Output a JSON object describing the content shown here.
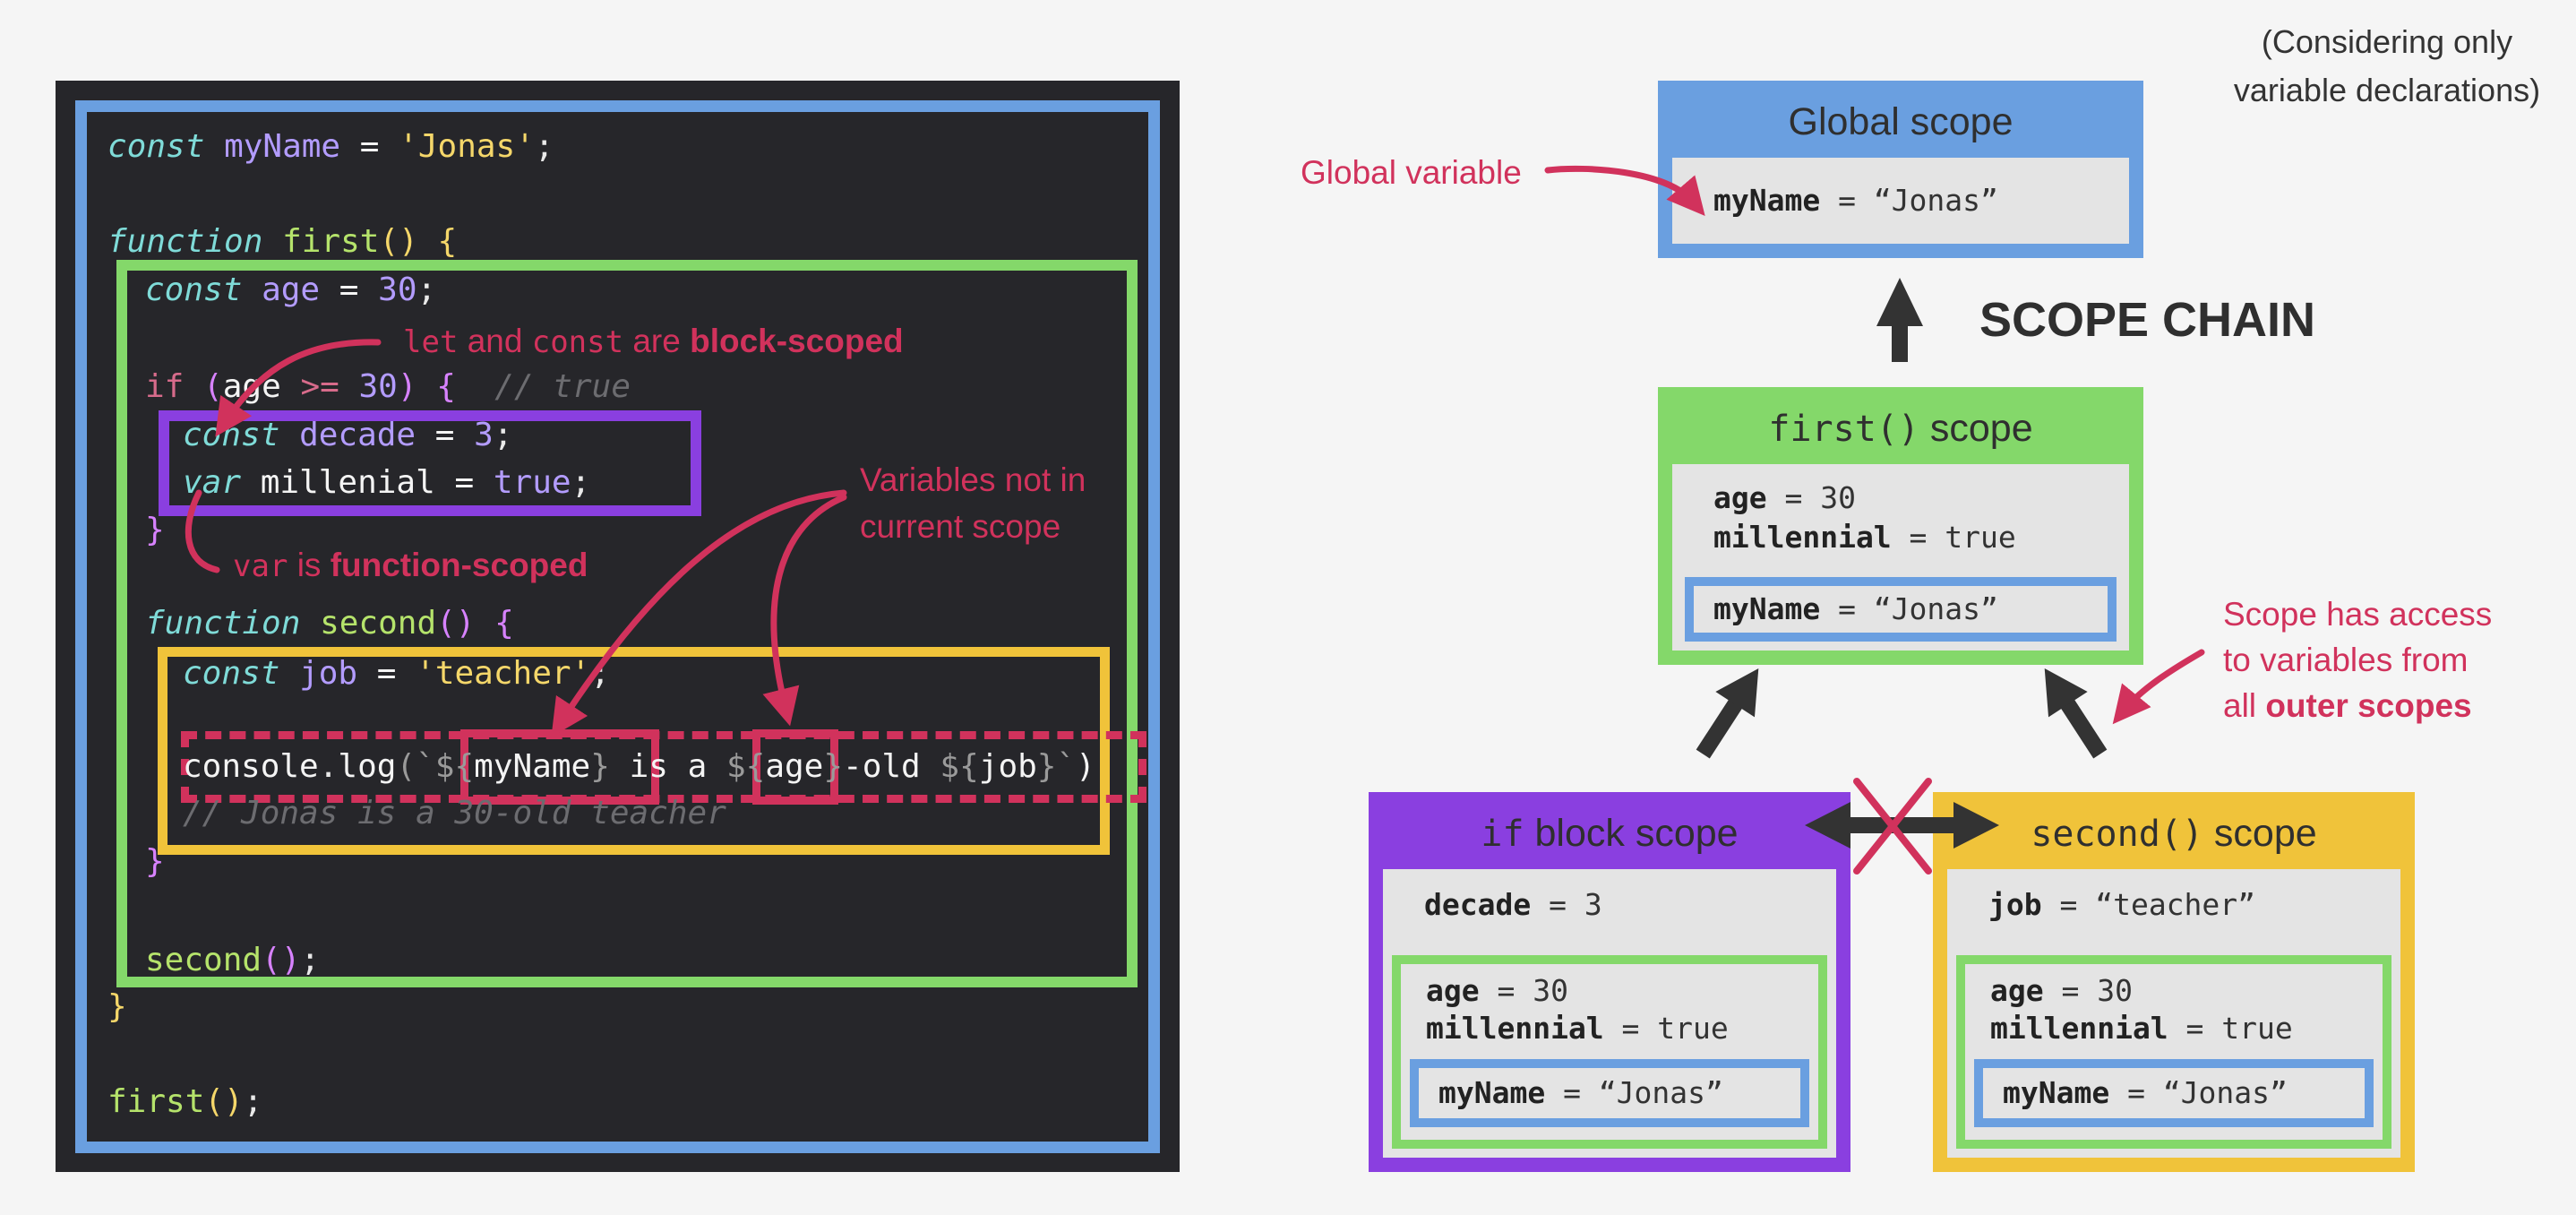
{
  "note": {
    "line1": "(Considering only",
    "line2": "variable declarations)"
  },
  "code": {
    "l1": {
      "a": "const",
      "b": "myName",
      "c": "=",
      "d": "'Jonas'",
      "e": ";"
    },
    "l2": {
      "a": "function",
      "b": "first",
      "c": "()",
      "d": "{"
    },
    "l3": {
      "a": "const",
      "b": "age",
      "c": "=",
      "d": "30",
      "e": ";"
    },
    "l4": {
      "a": "if",
      "b": "(",
      "c": "age",
      "d": ">=",
      "e": "30",
      "f": ")",
      "g": "{",
      "h": "// true"
    },
    "l5": {
      "a": "const",
      "b": "decade",
      "c": "=",
      "d": "3",
      "e": ";"
    },
    "l6": {
      "a": "var",
      "b": "millenial",
      "c": "=",
      "d": "true",
      "e": ";"
    },
    "l7": {
      "a": "}"
    },
    "l8": {
      "a": "function",
      "b": "second",
      "c": "()",
      "d": "{"
    },
    "l9": {
      "a": "const",
      "b": "job",
      "c": "=",
      "d": "'teacher'",
      "e": ";"
    },
    "l10": {
      "a": "console",
      "b": ".",
      "c": "log",
      "d": "(`$",
      "e": "{",
      "f": "myName",
      "g": "}",
      "h": " is a ",
      "i": "$",
      "j": "{",
      "k": "age",
      "l": "}",
      "m": "-old ",
      "n": "${",
      "o": "job",
      "p": "}`",
      "q": ")"
    },
    "l11": {
      "a": "// Jonas is a 30-old teacher"
    },
    "l12": {
      "a": "}"
    },
    "l13": {
      "a": "second",
      "b": "()",
      "c": ";"
    },
    "l14": {
      "a": "}"
    },
    "l15": {
      "a": "first",
      "b": "()",
      "c": ";"
    }
  },
  "annotations": {
    "block_scoped": {
      "a": "let",
      "b": " and ",
      "c": "const",
      "d": " are ",
      "e": "block-scoped"
    },
    "function_scoped": {
      "a": "var",
      "b": " is ",
      "c": "function-scoped"
    },
    "not_in_scope": {
      "line1": "Variables not in",
      "line2": "current scope"
    },
    "global_variable": "Global variable",
    "scope_access": {
      "line1": "Scope has access",
      "line2": "to variables from",
      "line3a": "all ",
      "line3b": "outer scopes"
    }
  },
  "scope_chain_label": "SCOPE CHAIN",
  "scopes": {
    "global": {
      "title": "Global scope",
      "vars": [
        {
          "name": "myName",
          "value": " = “Jonas”"
        }
      ]
    },
    "first": {
      "title_mono": "first()",
      "title_text": " scope",
      "vars": [
        {
          "name": "age",
          "value": " = 30"
        },
        {
          "name": "millennial",
          "value": " = true"
        }
      ],
      "inherited": [
        {
          "name": "myName",
          "value": " = “Jonas”"
        }
      ]
    },
    "if_block": {
      "title_mono": "if",
      "title_text": " block scope",
      "vars": [
        {
          "name": "decade",
          "value": " = 3"
        }
      ],
      "inherited_first": [
        {
          "name": "age",
          "value": " = 30"
        },
        {
          "name": "millennial",
          "value": " = true"
        }
      ],
      "inherited_global": [
        {
          "name": "myName",
          "value": " = “Jonas”"
        }
      ]
    },
    "second": {
      "title_mono": "second()",
      "title_text": " scope",
      "vars": [
        {
          "name": "job",
          "value": " = “teacher”"
        }
      ],
      "inherited_first": [
        {
          "name": "age",
          "value": " = 30"
        },
        {
          "name": "millennial",
          "value": " = true"
        }
      ],
      "inherited_global": [
        {
          "name": "myName",
          "value": " = “Jonas”"
        }
      ]
    }
  },
  "colors": {
    "global": "#6a9fe0",
    "first": "#84d86a",
    "if_block": "#8a3fe0",
    "second": "#f0c33a",
    "annotation": "#d1325c",
    "arrow": "#333333"
  },
  "icons": [
    "up-arrow-icon",
    "double-arrow-icon",
    "cross-icon",
    "curved-arrow-icon"
  ]
}
